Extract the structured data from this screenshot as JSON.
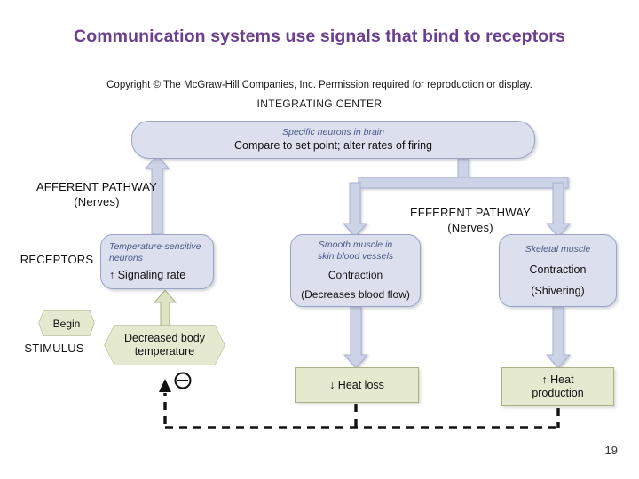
{
  "slide": {
    "title": "Communication systems use signals that bind to receptors",
    "page_number": "19",
    "copyright": "Copyright © The McGraw-Hill Companies, Inc. Permission required for reproduction or display.",
    "integrating_center_label": "INTEGRATING CENTER"
  },
  "colors": {
    "title": "#6b3f8e",
    "blue_fill": "#dcdfee",
    "blue_stroke": "#9aa3c4",
    "blue_italic_text": "#4a5a8a",
    "green_fill": "#e5e9d0",
    "green_stroke": "#a9b183",
    "connector_blue": "#ccd3e6",
    "connector_green": "#dde3c3",
    "feedback_dashed": "#111111"
  },
  "diagram": {
    "nodes": {
      "integrating_center": {
        "sub": "Specific neurons in brain",
        "main": "Compare to set point; alter rates of firing"
      },
      "receptors": {
        "sub_line1": "Temperature-sensitive",
        "sub_line2": "neurons",
        "main": "↑ Signaling rate"
      },
      "smooth_muscle": {
        "sub_line1": "Smooth muscle in",
        "sub_line2": "skin blood vessels",
        "main_line1": "Contraction",
        "main_line2": "(Decreases blood flow)"
      },
      "skeletal_muscle": {
        "sub": "Skeletal muscle",
        "main_line1": "Contraction",
        "main_line2": "(Shivering)"
      },
      "heat_loss": {
        "main": "↓ Heat loss"
      },
      "heat_production": {
        "main_line1": "↑ Heat",
        "main_line2": "production"
      },
      "begin": {
        "main": "Begin"
      },
      "stimulus": {
        "main_line1": "Decreased body",
        "main_line2": "temperature"
      }
    },
    "labels": {
      "afferent_line1": "AFFERENT PATHWAY",
      "afferent_line2": "(Nerves)",
      "receptors": "RECEPTORS",
      "stimulus": "STIMULUS",
      "efferent_line1": "EFFERENT PATHWAY",
      "efferent_line2": "(Nerves)"
    },
    "symbols": {
      "negative_feedback": "⊖"
    }
  }
}
